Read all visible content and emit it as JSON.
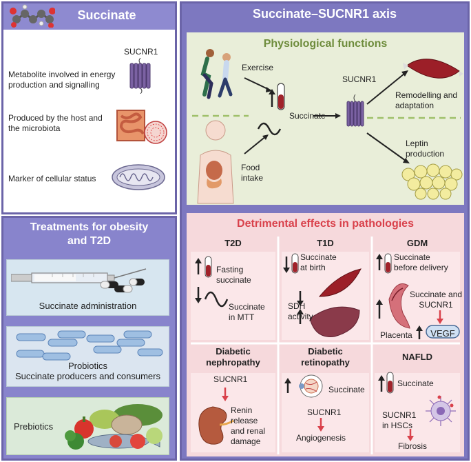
{
  "succinate": {
    "title": "Succinate",
    "receptor_label": "SUCNR1",
    "points": [
      "Metabolite involved in energy\nproduction and signalling",
      "Produced by the host and\nthe microbiota",
      "Marker of cellular status"
    ]
  },
  "treatments": {
    "title": "Treatments for obesity\nand T2D",
    "items": [
      "Succinate administration",
      "Probiotics\nSuccinate producers and consumers",
      "Prebiotics"
    ]
  },
  "axis": {
    "title": "Succinate–SUCNR1 axis",
    "physio": {
      "title": "Physiological functions",
      "exercise": "Exercise",
      "food_intake": "Food\nintake",
      "succinate": "Succinate",
      "sucnr1": "SUCNR1",
      "remodelling": "Remodelling and\nadaptation",
      "leptin": "Leptin\nproduction"
    },
    "detrimental": {
      "title": "Detrimental effects in pathologies",
      "t2d": {
        "title": "T2D",
        "fasting": "Fasting\nsuccinate",
        "mtt": "Succinate\nin MTT"
      },
      "t1d": {
        "title": "T1D",
        "birth": "Succinate\nat birth",
        "sdh": "SDH\nactivity"
      },
      "gdm": {
        "title": "GDM",
        "before": "Succinate\nbefore delivery",
        "sucnr1": "Succinate and\nSUCNR1",
        "placenta": "Placenta",
        "vegf": "VEGF"
      },
      "nephro": {
        "title": "Diabetic\nnephropathy",
        "sucnr1": "SUCNR1",
        "renin": "Renin\nrelease\nand renal\ndamage"
      },
      "retino": {
        "title": "Diabetic\nretinopathy",
        "succinate": "Succinate",
        "sucnr1": "SUCNR1",
        "angio": "Angiogenesis"
      },
      "nafld": {
        "title": "NAFLD",
        "succinate": "Succinate",
        "hsc": "SUCNR1\nin HSCs",
        "fibrosis": "Fibrosis"
      }
    }
  },
  "colors": {
    "border": "#6b64a8",
    "header": "#7d78c0",
    "light_header": "#8e8ad0",
    "physio_bg": "#e9eed9",
    "detri_bg": "#f6d9dc",
    "detri_title": "#d9414b",
    "physio_title": "#6e8c3c"
  }
}
